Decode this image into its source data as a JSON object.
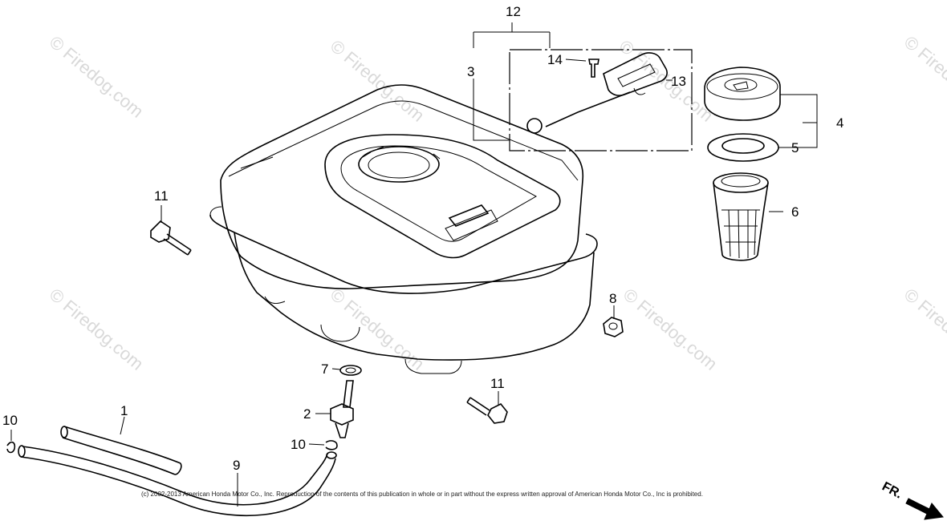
{
  "watermark": {
    "text": "© Firedog.com"
  },
  "callouts": {
    "c1": "1",
    "c2": "2",
    "c3": "3",
    "c4": "4",
    "c5": "5",
    "c6": "6",
    "c7": "7",
    "c8": "8",
    "c9": "9",
    "c10a": "10",
    "c10b": "10",
    "c11a": "11",
    "c11b": "11",
    "c12": "12",
    "c13": "13",
    "c14": "14"
  },
  "footer": {
    "copyright": "(c) 2002-2013 American Honda Motor Co., Inc. Reproduction of the contents of this publication in whole or in part without the express written approval of American Honda Motor Co., Inc is prohibited."
  },
  "direction": {
    "label": "FR."
  }
}
